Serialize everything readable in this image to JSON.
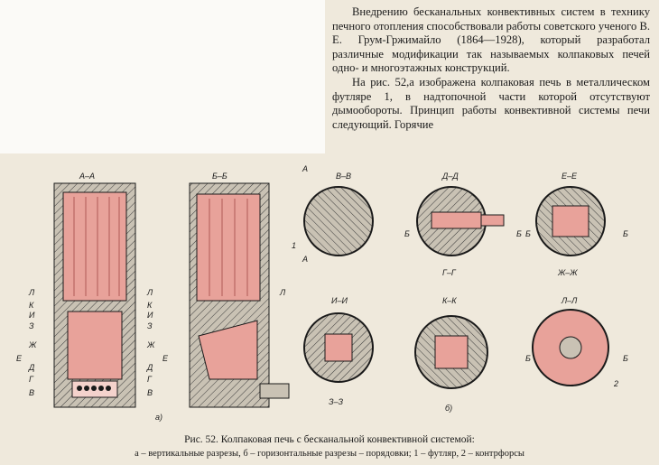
{
  "paragraphs": [
    "Внедрению бесканальных конвективных систем в технику печного отопления способствовали работы советского ученого В. Е. Грум-Гржимайло (1864—1928), который разработал различные модификации так называемых колпаковых печей одно- и многоэтажных конструкций.",
    "На рис. 52,а изображена колпаковая печь в металлическом футляре 1, в надтопочной части которой отсутствуют дымообороты. Принцип работы конвективной системы печи следующий. Горячие"
  ],
  "caption": {
    "title": "Рис. 52. Колпаковая печь с бесканальной конвективной системой:",
    "legend": "а – вертикальные разрезы, б – горизонтальные разрезы – порядовки; 1 – футляр, 2 – контрфорсы"
  },
  "section_titles": {
    "aa": "А–А",
    "bb": "Б–Б",
    "vv": "В–В",
    "dd": "Д–Д",
    "ee": "Е–Е",
    "ii": "И–И",
    "kk": "К–К",
    "ll": "Л–Л",
    "gg": "Г–Г",
    "zhzh": "Ж–Ж",
    "zz": "З–З"
  },
  "level_marks": [
    "Л",
    "К",
    "И",
    "З",
    "Ж",
    "Е",
    "Д",
    "Г",
    "В"
  ],
  "cut_marks": {
    "a": "А",
    "b": "Б"
  },
  "part_numbers": {
    "case": "1",
    "buttress": "2"
  },
  "figure_letters": {
    "a": "а)",
    "b": "б)"
  },
  "colors": {
    "fire": "#e8a29a",
    "brick": "#a8a29a",
    "ink": "#1a1a1a",
    "paper": "#efe9dc"
  }
}
